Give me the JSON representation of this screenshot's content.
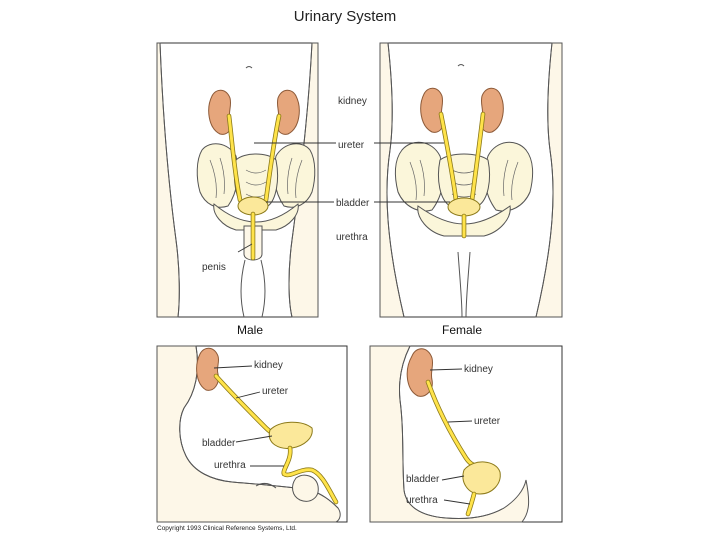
{
  "title": "Urinary System",
  "labels": {
    "kidney": "kidney",
    "ureter": "ureter",
    "bladder": "bladder",
    "urethra": "urethra",
    "penis": "penis"
  },
  "captions": {
    "male": "Male",
    "female": "Female"
  },
  "copyright": "Copyright 1993 Clinical Reference Systems, Ltd.",
  "colors": {
    "kidney": "#e6a67c",
    "ureter": "#ffe34a",
    "bladder": "#fbe89a",
    "skin": "#fdf7e8"
  }
}
